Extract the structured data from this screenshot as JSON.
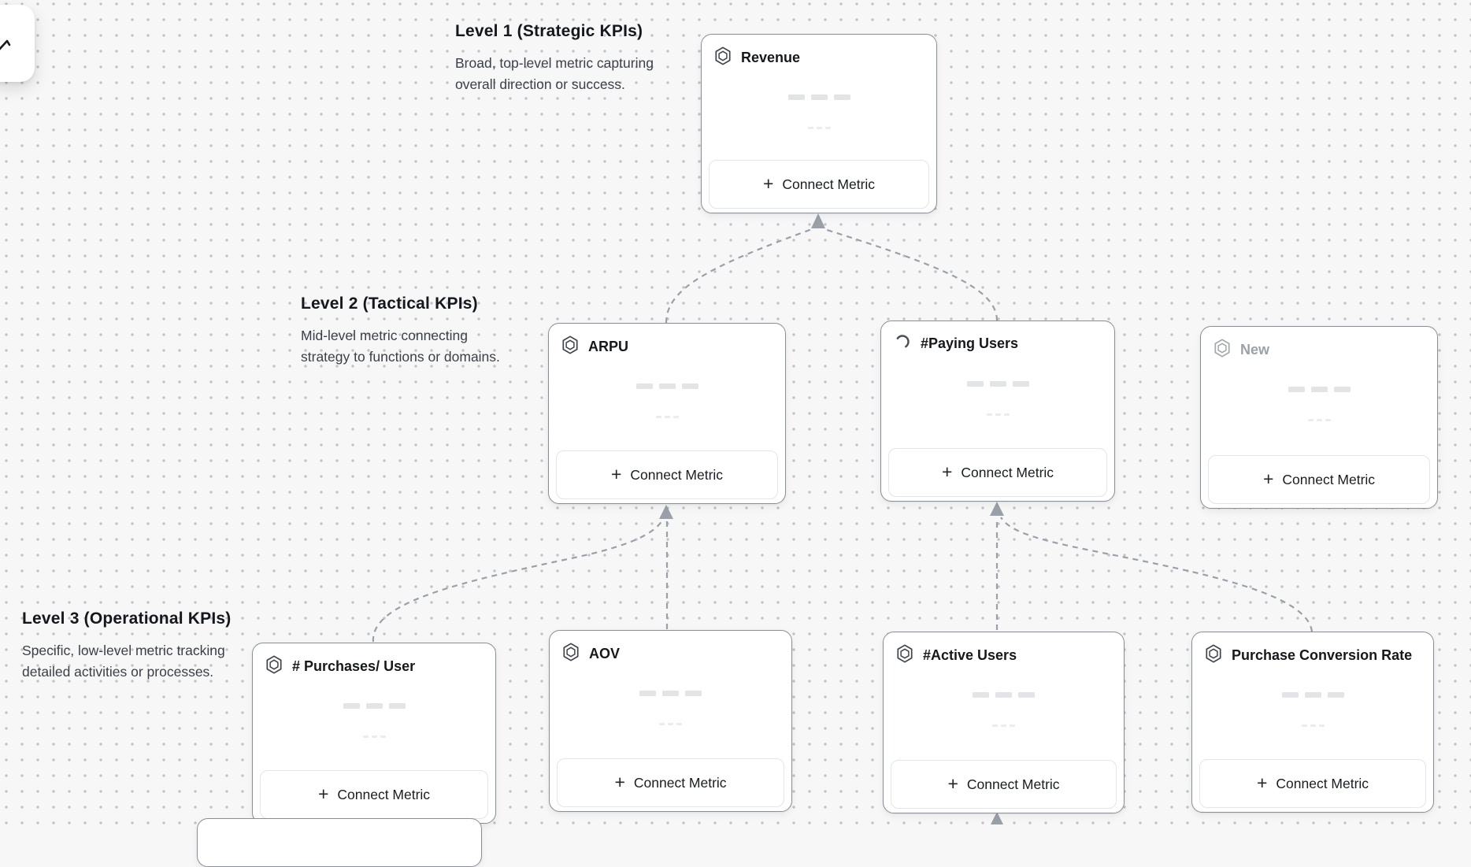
{
  "levels": [
    {
      "title": "Level 1 (Strategic KPIs)",
      "description_line1": "Broad, top-level metric capturing",
      "description_line2": "overall direction or success."
    },
    {
      "title": "Level 2 (Tactical KPIs)",
      "description_line1": "Mid-level metric connecting",
      "description_line2": "strategy to functions or domains."
    },
    {
      "title": "Level 3 (Operational KPIs)",
      "description_line1": "Specific, low-level metric tracking",
      "description_line2": "detailed activities or processes."
    }
  ],
  "cards": [
    {
      "title": "Revenue",
      "level": 1,
      "icon": "hexagon-metric-icon",
      "state": "default",
      "button_label": "Connect Metric"
    },
    {
      "title": "ARPU",
      "level": 2,
      "icon": "hexagon-metric-icon",
      "state": "default",
      "button_label": "Connect Metric"
    },
    {
      "title": "#Paying Users",
      "level": 2,
      "icon": "loading-spinner-icon",
      "state": "loading",
      "button_label": "Connect Metric"
    },
    {
      "title": "New",
      "level": 2,
      "icon": "hexagon-metric-icon",
      "state": "draft",
      "button_label": "Connect Metric"
    },
    {
      "title": "# Purchases/ User",
      "level": 3,
      "icon": "hexagon-metric-icon",
      "state": "default",
      "button_label": "Connect Metric"
    },
    {
      "title": "AOV",
      "level": 3,
      "icon": "hexagon-metric-icon",
      "state": "default",
      "button_label": "Connect Metric"
    },
    {
      "title": "#Active Users",
      "level": 3,
      "icon": "hexagon-metric-icon",
      "state": "default",
      "button_label": "Connect Metric"
    },
    {
      "title": "Purchase Conversion Rate",
      "level": 3,
      "icon": "hexagon-metric-icon",
      "state": "default",
      "button_label": "Connect Metric"
    }
  ],
  "edges": [
    {
      "from": "ARPU",
      "to": "Revenue"
    },
    {
      "from": "#Paying Users",
      "to": "Revenue"
    },
    {
      "from": "# Purchases/ User",
      "to": "ARPU"
    },
    {
      "from": "AOV",
      "to": "ARPU"
    },
    {
      "from": "#Active Users",
      "to": "#Paying Users"
    },
    {
      "from": "Purchase Conversion Rate",
      "to": "#Paying Users"
    },
    {
      "from": "offscreen-below",
      "to": "#Active Users"
    }
  ],
  "icons": {
    "plus": "+"
  },
  "colors": {
    "background": "#f7f7f8",
    "grid_dot": "#c0c2c6",
    "card_border": "#8a8f97",
    "edge": "#9aa0a7",
    "title_text": "#16181d",
    "muted_title_text": "#9ba1a8",
    "description_text": "#3b4047",
    "skeleton_dark": "#e3e4e6",
    "skeleton_light": "#ebecee"
  }
}
